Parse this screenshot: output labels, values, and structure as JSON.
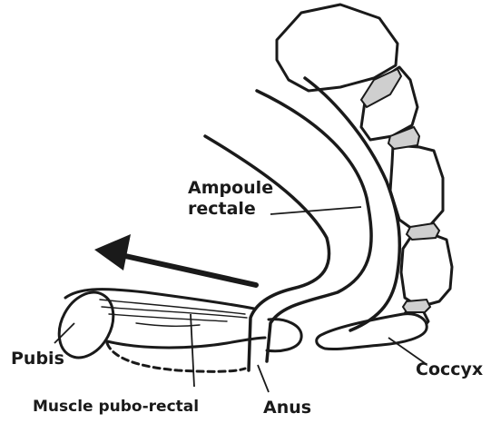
{
  "labels": {
    "ampoule_line1": "Ampoule",
    "ampoule_line2": "rectale",
    "pubis": "Pubis",
    "coccyx": "Coccyx",
    "muscle": "Muscle pubo-rectal",
    "anus": "Anus"
  },
  "colors": {
    "stroke": "#1a1a1a",
    "background": "#ffffff",
    "disc_fill": "#cfcfcf"
  }
}
